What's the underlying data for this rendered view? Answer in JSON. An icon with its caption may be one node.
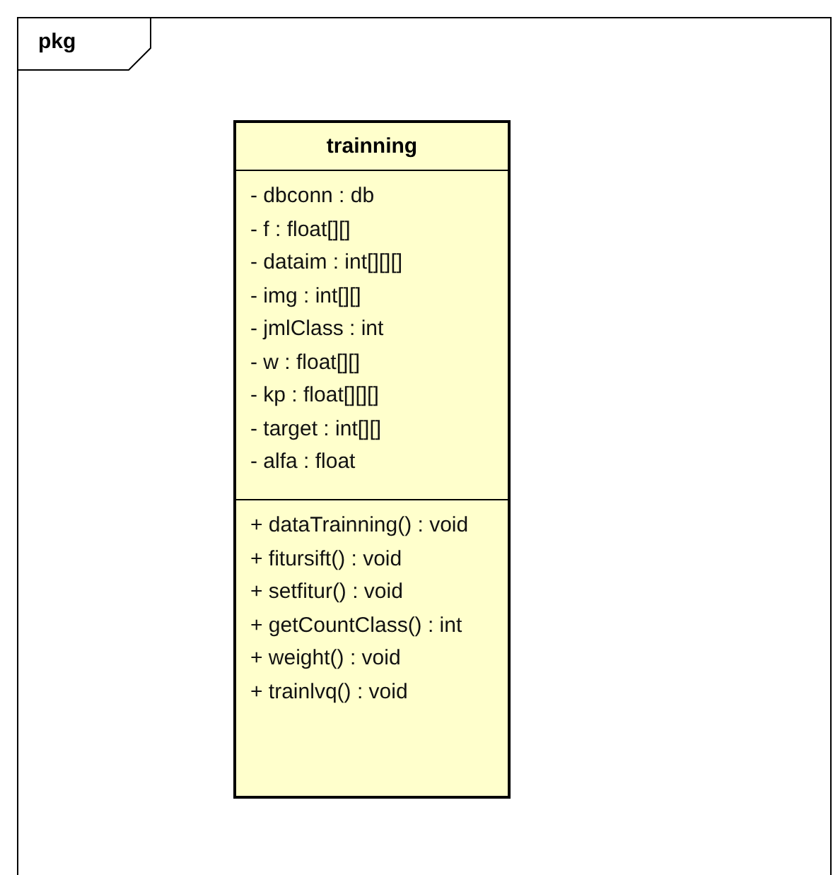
{
  "diagram": {
    "nodes": [
      {
        "text": [
          "pkg"
        ]
      },
      {
        "text": [
          "trainning"
        ],
        "in": 0
      },
      {
        "text": [
          "- dbconn : db",
          "- f : float[][]",
          "- dataim : int[][][]",
          "- img : int[][]",
          "- jmlClass : int",
          "- w : float[][]",
          "- kp : float[][][]",
          "- target : int[][]",
          "- alfa : float"
        ],
        "in": 1
      },
      {
        "text": [
          "+ dataTrainning() : void",
          "+ fitursift() : void",
          "+ setfitur() : void",
          "+ getCountClass() : int",
          "+ weight() : void",
          "+ trainlvq() : void"
        ],
        "in": 1
      }
    ]
  }
}
